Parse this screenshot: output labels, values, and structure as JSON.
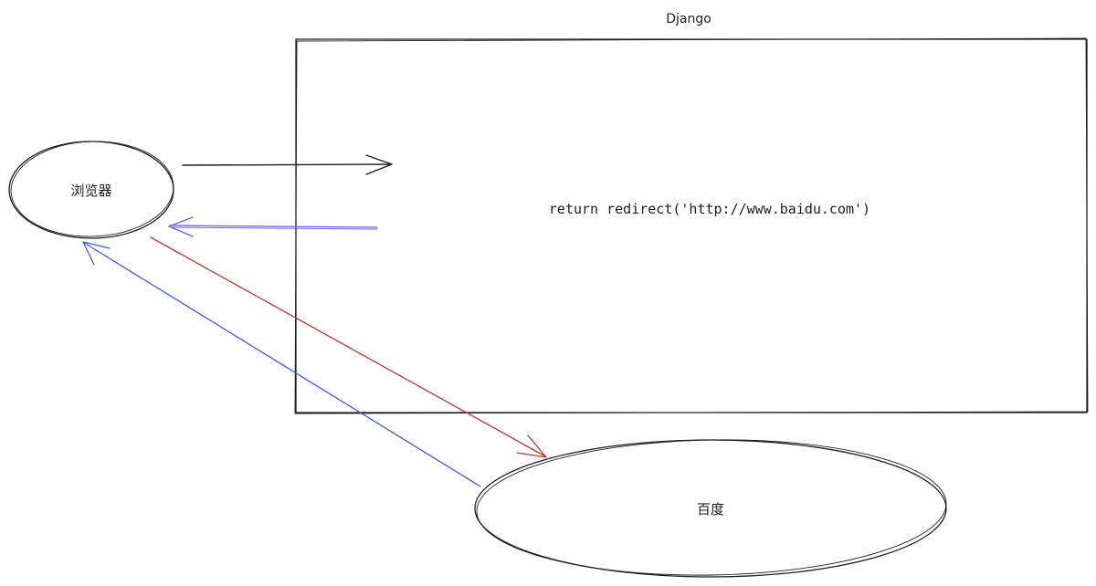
{
  "diagram": {
    "title": "Django",
    "code": "return redirect('http://www.baidu.com')",
    "nodes": {
      "browser": "浏览器",
      "baidu": "百度"
    }
  },
  "colors": {
    "ink": "#1e1e1e",
    "response_arrow": "#6c5ce7",
    "request_to_baidu": "#c0392b",
    "baidu_response": "#3b5bdb"
  }
}
